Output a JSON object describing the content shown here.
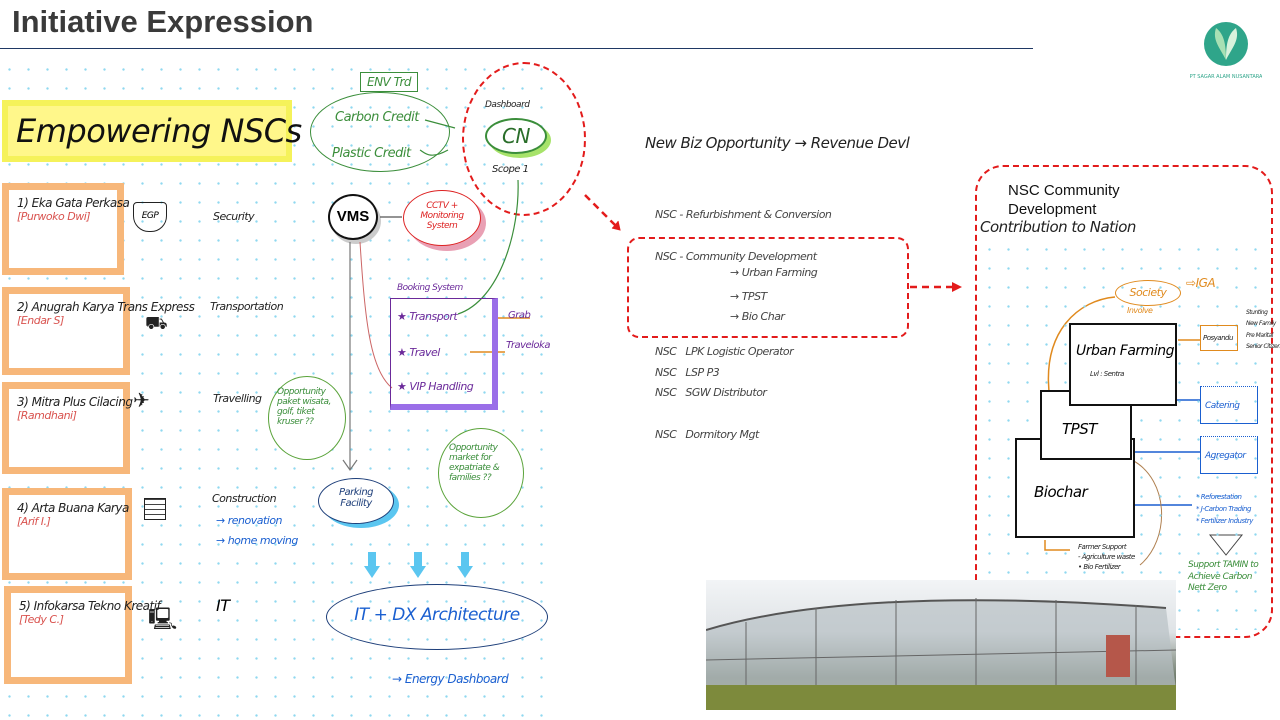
{
  "header": {
    "title": "Initiative Expression",
    "logo_text": "PT SAGAR ALAM NUSANTARA"
  },
  "sketch": {
    "heading": "Empowering NSCs",
    "companies": [
      {
        "num": "1",
        "name": "Eka Gata Perkasa",
        "pic": "[Purwoko Dwi]",
        "icon": "shield-icon",
        "icon_text": "EGP",
        "sector": "Security"
      },
      {
        "num": "2",
        "name": "Anugrah Karya Trans Express",
        "pic": "[Endar S]",
        "icon": "truck-icon",
        "sector": "Transportation"
      },
      {
        "num": "3",
        "name": "Mitra Plus Cilacing",
        "pic": "[Ramdhani]",
        "icon": "airplane-icon",
        "sector": "Travelling"
      },
      {
        "num": "4",
        "name": "Arta Buana Karya",
        "pic": "[Arif I.]",
        "icon": "building-icon",
        "sector": "Construction",
        "subs": [
          "→ renovation",
          "→ home moving"
        ]
      },
      {
        "num": "5",
        "name": "Infokarsa Tekno Kreatif",
        "pic": "[Tedy C.]",
        "icon": "computer-icon",
        "sector": "IT"
      }
    ],
    "env": {
      "tag": "ENV Trd",
      "items": [
        "Carbon Credit",
        "Plastic Credit"
      ]
    },
    "cn": {
      "label": "CN",
      "top": "Dashboard",
      "bottom": "Scope 1"
    },
    "vms": "VMS",
    "cctv": "CCTV + Monitoring System",
    "booking": {
      "title": "Booking System",
      "items": [
        "Transport",
        "Travel",
        "VIP Handling"
      ],
      "partners": [
        "Grab",
        "Traveloka"
      ]
    },
    "opp1": "Opportunity paket wisata, golf, tiket kruser ??",
    "opp2": "Opportunity market for expatriate & families ??",
    "parking": "Parking Facility",
    "it": "IT + DX Architecture",
    "energy": "→ Energy Dashboard"
  },
  "notes": {
    "heading": "New Biz Opportunity → Revenue Devl",
    "lines": [
      {
        "co": "NSC",
        "text": "- Refurbishment & Conversion"
      },
      {
        "co": "NSC",
        "text": "Community Development",
        "subs": [
          "→ Urban Farming",
          "→ TPST",
          "→ Bio Char"
        ]
      },
      {
        "co": "NSC",
        "text": "LPK Logistic Operator"
      },
      {
        "co": "NSC",
        "text": "LSP P3"
      },
      {
        "co": "NSC",
        "text": "SGW Distributor"
      },
      {
        "co": "NSC",
        "text": "Dormitory Mgt"
      }
    ]
  },
  "right": {
    "callout": "NSC Community Development",
    "heading": "Contribution to Nation",
    "society": "Society",
    "iga": "IGA",
    "involve": "Involve",
    "urban": "Urban Farming",
    "urban_sub": "Lvl : Sentra",
    "tpst": "TPST",
    "biochar": "Biochar",
    "posyandu": "Posyandu",
    "posyandu_targets": [
      "Stunting",
      "New Family",
      "Pre Marital",
      "Senior Citizen"
    ],
    "catering": "Catering",
    "agregator": "Agregator",
    "bio_uses": [
      "* Reforestation",
      "* J-Carbon Trading",
      "* Fertilizer Industry"
    ],
    "farmer": [
      "Farmer Support",
      "- Agriculture waste",
      "• Bio Fertilizer"
    ],
    "support": "Support TAMIN to Achieve Carbon Nett Zero"
  },
  "colors": {
    "accent_red": "#e31b1b",
    "orange": "#f7b77a",
    "title_rule": "#1f3864"
  }
}
